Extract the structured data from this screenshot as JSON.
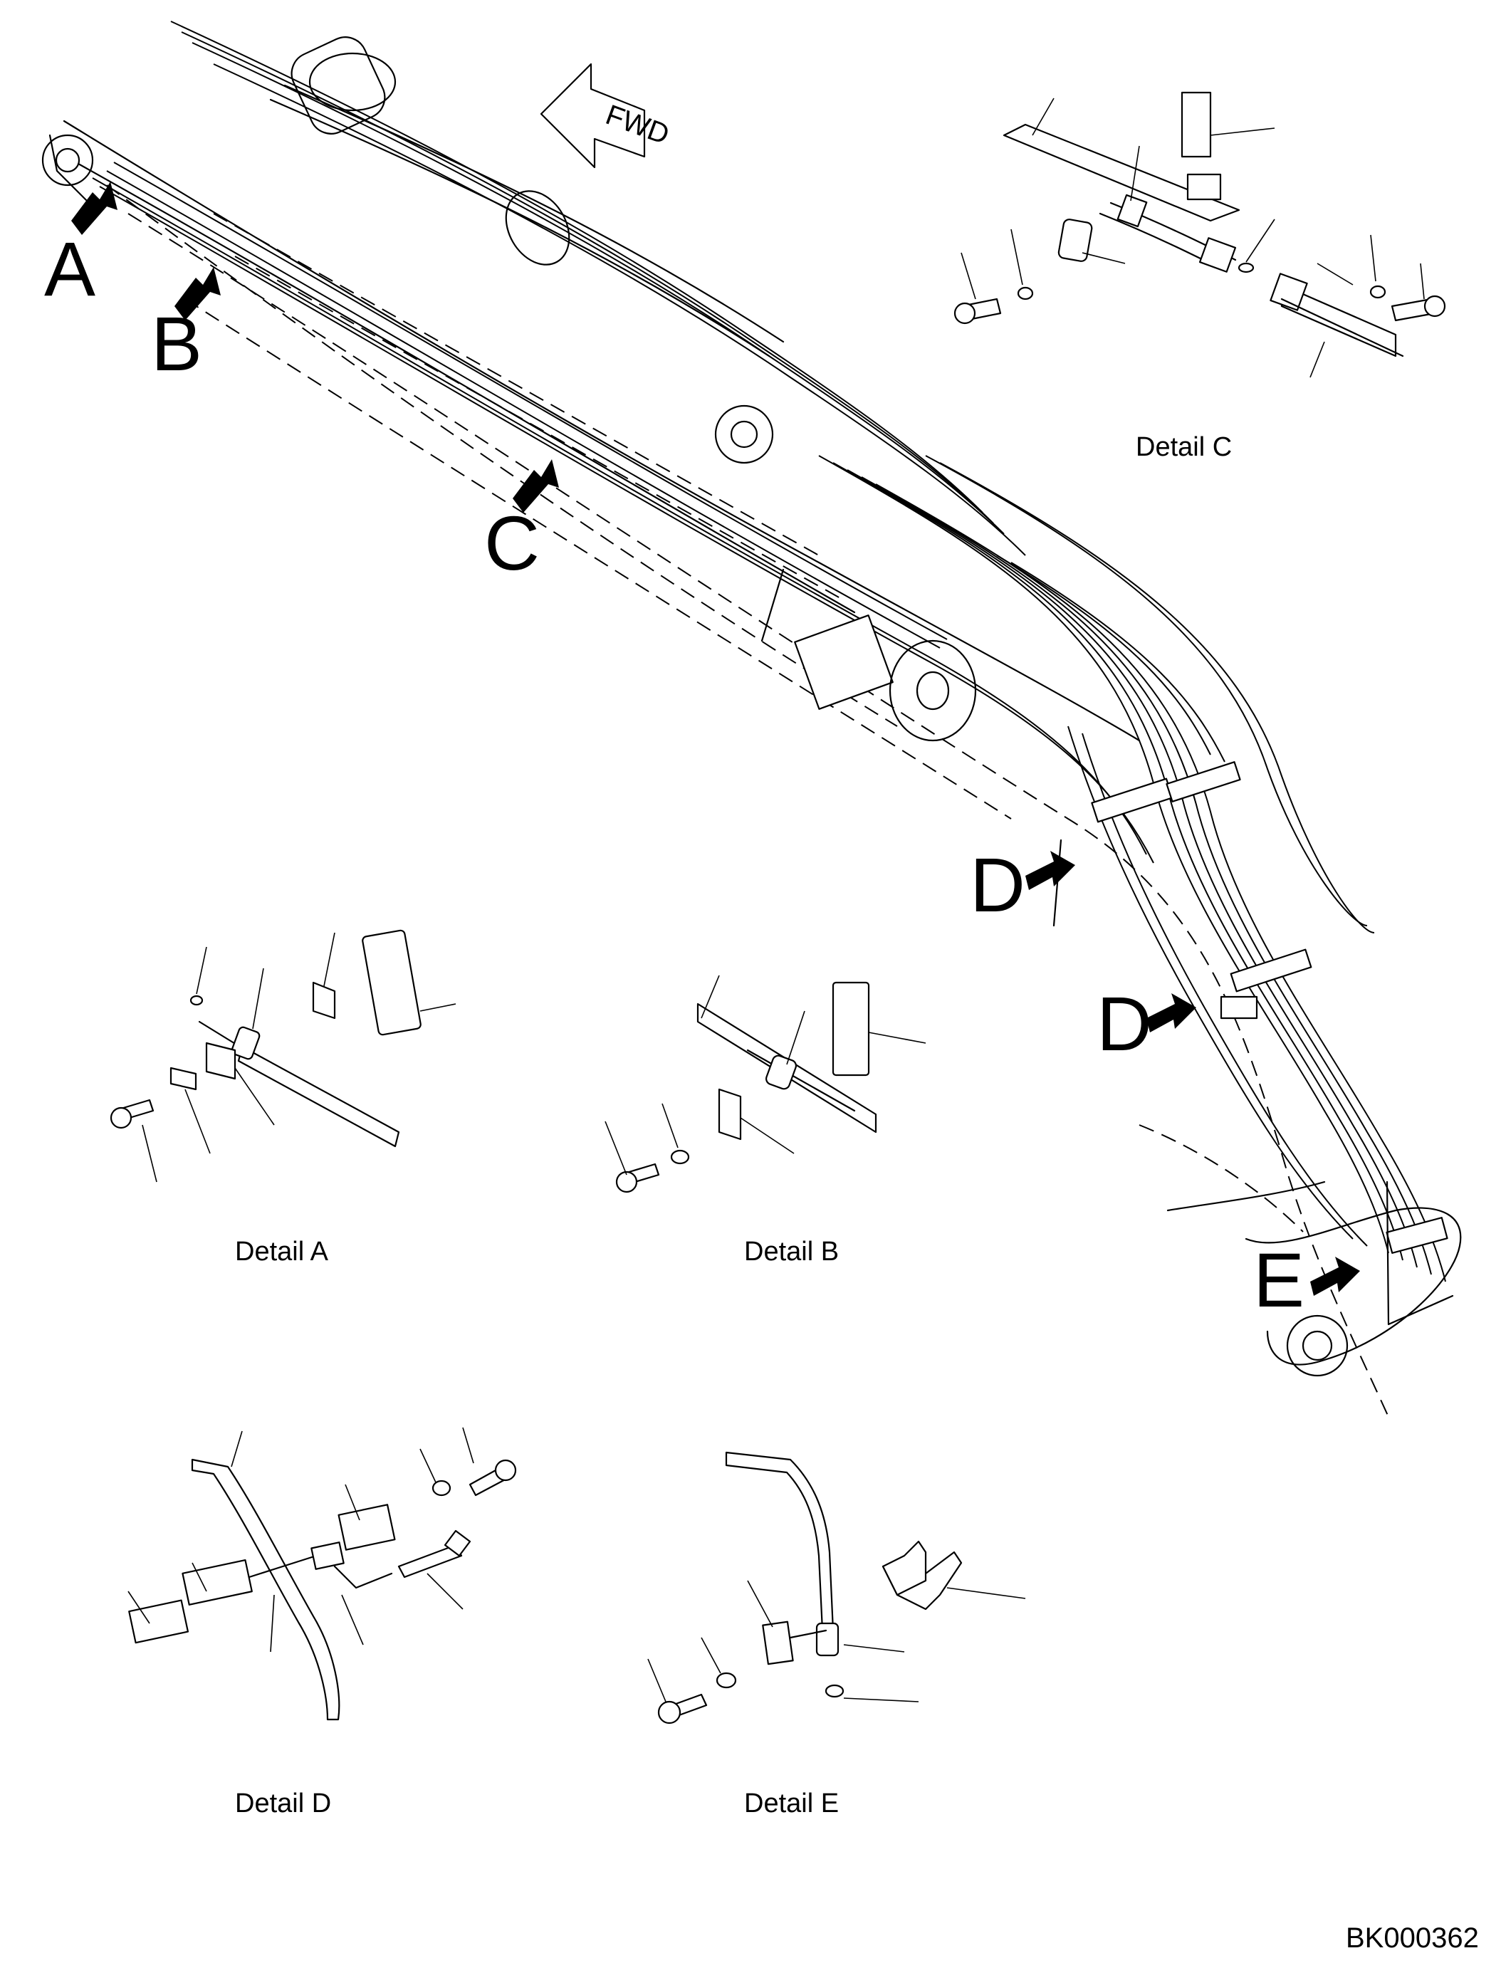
{
  "callouts": {
    "a": "A",
    "b": "B",
    "c": "C",
    "d1": "D",
    "d2": "D",
    "e": "E"
  },
  "direction_label": "FWD",
  "captions": {
    "detail_a": "Detail A",
    "detail_b": "Detail B",
    "detail_c": "Detail C",
    "detail_d": "Detail D",
    "detail_e": "Detail E"
  },
  "drawing_code": "BK000362"
}
